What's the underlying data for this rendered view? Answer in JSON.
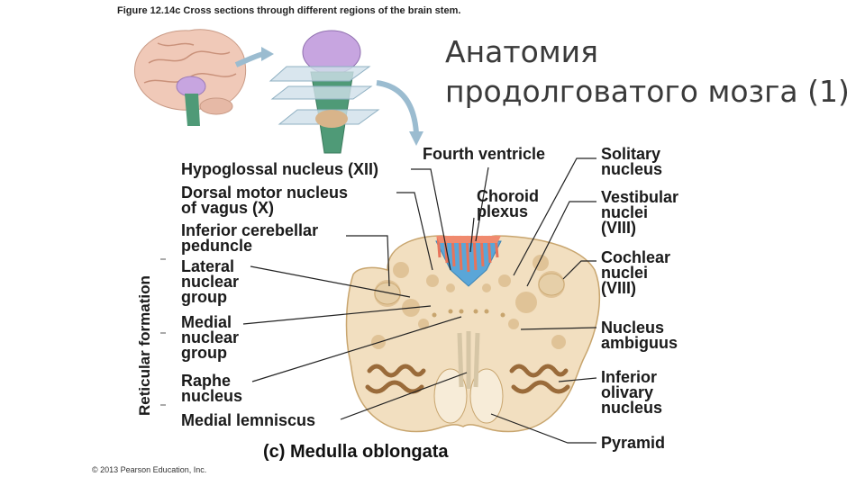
{
  "figure_caption": "Figure 12.14c Cross sections through different regions of the brain stem.",
  "slide_title": "Анатомия продолговатого мозга (1)",
  "side_label": "Reticular formation",
  "subfigure_title": "(c) Medulla oblongata",
  "copyright": "© 2013 Pearson Education, Inc.",
  "labels_left": {
    "hypoglossal": "Hypoglossal nucleus (XII)",
    "dorsal_motor": "Dorsal motor nucleus\nof vagus (X)",
    "inferior_cerebellar": "Inferior cerebellar\npeduncle",
    "lateral_nuclear": "Lateral\nnuclear\ngroup",
    "medial_nuclear": "Medial\nnuclear\ngroup",
    "raphe": "Raphe\nnucleus",
    "medial_lemniscus": "Medial lemniscus"
  },
  "labels_top": {
    "fourth_ventricle": "Fourth ventricle",
    "choroid_plexus": "Choroid\nplexus"
  },
  "labels_right": {
    "solitary": "Solitary\nnucleus",
    "vestibular": "Vestibular\nnuclei\n(VIII)",
    "cochlear": "Cochlear\nnuclei\n(VIII)",
    "ambiguus": "Nucleus\nambiguus",
    "olivary": "Inferior\nolivary\nnucleus",
    "pyramid": "Pyramid"
  },
  "colors": {
    "tissue": "#f2dfc0",
    "tissue_edge": "#c8a56e",
    "nucleus_dots": "#d9b98a",
    "olive": "#9a6b3a",
    "ventricle": "#5aa6d8",
    "choroid": "#e8735a",
    "brain": "#f0c9b8",
    "brainstem": "#4f9a77",
    "diencephalon": "#c7a5e0",
    "slab": "#cfe0ea"
  }
}
